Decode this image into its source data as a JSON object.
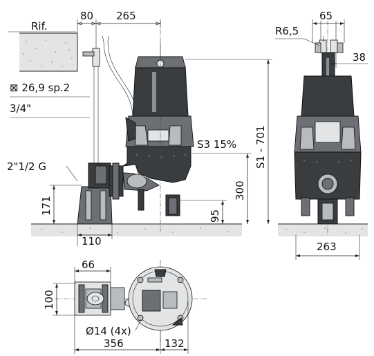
{
  "colors": {
    "ink": "#111111",
    "pump_body": "#3a3d40",
    "pump_steel": "#6c7074",
    "ground": "#e4e4e4"
  },
  "labels": {
    "reference": "Rif.",
    "pipe_size": "⊠ 26,9 sp.2",
    "pipe_thread": "3/4\"",
    "discharge": "2\"1/2 G",
    "duty": "S3 15%",
    "radius": "R6,5",
    "holes": "Ø14 (4x)"
  },
  "dimensions": {
    "rail_offset": "80",
    "rail_to_axis": "265",
    "foot_height": "171",
    "foot_width": "110",
    "outlet_height": "300",
    "inlet_height": "95",
    "total_height": "S1 - 701",
    "handle_width": "65",
    "handle_offset": "38",
    "side_width": "263",
    "plan_bracket": "66",
    "plan_height": "100",
    "plan_length": "356",
    "plan_base": "132"
  }
}
